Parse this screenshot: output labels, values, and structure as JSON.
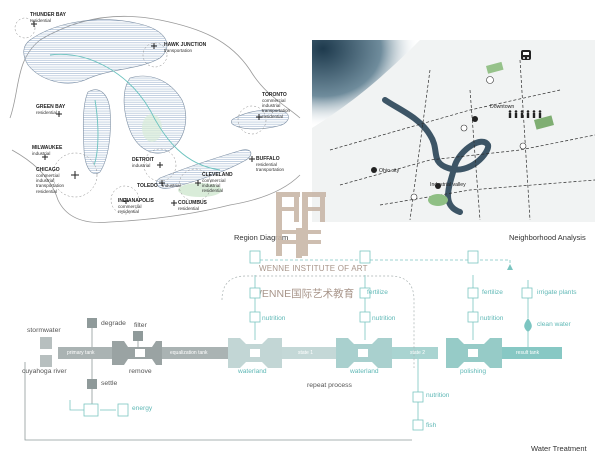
{
  "region": {
    "caption": "Region Diagram",
    "cities": [
      {
        "name": "THUNDER BAY",
        "role": "residential"
      },
      {
        "name": "HAWK JUNCTION",
        "role": "transportation"
      },
      {
        "name": "GREEN BAY",
        "role": "residential"
      },
      {
        "name": "TORONTO",
        "role": "commercial\nindustrial\ntransportation\nresidential"
      },
      {
        "name": "MILWAUKEE",
        "role": "industrial"
      },
      {
        "name": "CHICAGO",
        "role": "commercial\nindustrial\ntransportation\nresidential"
      },
      {
        "name": "DETROIT",
        "role": "industrial"
      },
      {
        "name": "TOLEDO",
        "role": "industrial"
      },
      {
        "name": "BUFFALO",
        "role": "residential\ntransportation"
      },
      {
        "name": "CLEVELAND",
        "role": "commercial\nindustrial\nresidential"
      },
      {
        "name": "INDIANAPOLIS",
        "role": "commercial\nresidential"
      },
      {
        "name": "COLUMBUS",
        "role": "residential"
      }
    ]
  },
  "neighborhood": {
    "caption": "Neighborhood Analysis",
    "labels": {
      "downtown": "Downtown",
      "ohio_city": "Ohio city",
      "industrial_valley": "Industrial valley"
    }
  },
  "watermark": {
    "line1": "WENNE INSTITUTE OF ART",
    "line2": "WENNE国际艺术教育"
  },
  "water": {
    "caption": "Water Treatment",
    "sources": {
      "stormwater": "stormwater",
      "river": "cuyahoga river"
    },
    "steps": {
      "degrade": "degrade",
      "filter": "filter",
      "remove": "remove",
      "settle": "settle",
      "energy": "energy",
      "waterland1": "waterland",
      "waterland2": "waterland",
      "polishing": "polishing",
      "repeat": "repeat process",
      "fertilize1": "fertilize",
      "fertilize2": "fertilize",
      "nutrition1": "nutrition",
      "nutrition2": "nutrition",
      "nutrition3": "nutrition",
      "nutrition4": "nutrition",
      "irrigate": "irrigate plants",
      "clean": "clean water",
      "fish": "fish"
    },
    "channels": {
      "primary": "primary tank",
      "equalization": "equalization tank",
      "state1": "state 1",
      "state2": "state 2",
      "result": "result tank"
    }
  },
  "colors": {
    "teal": "#66bdba",
    "pipe": "#aab3b3",
    "water_dark": "#3a5566",
    "lake_line": "#9eb3c9"
  }
}
